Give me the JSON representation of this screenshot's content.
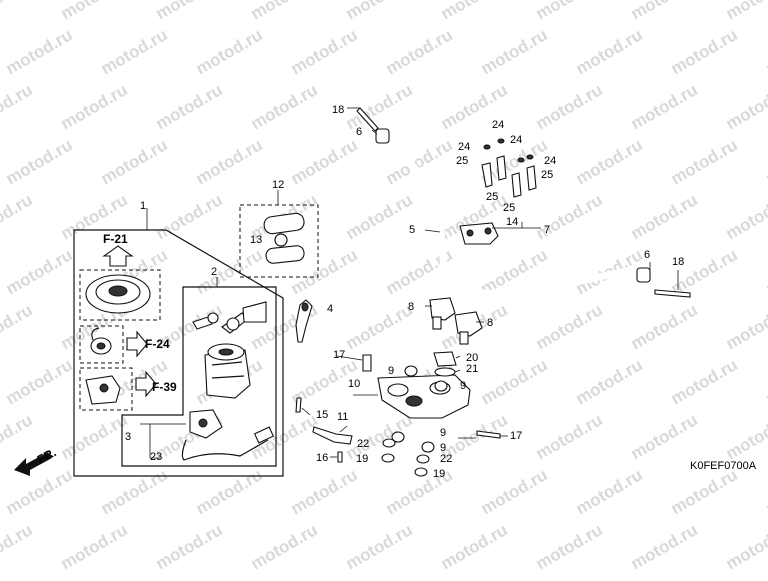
{
  "watermark": "motod.ru",
  "diagram_code": "K0FEF0700A",
  "direction_label": "FR.",
  "figure_refs": [
    "F-21",
    "F-24",
    "F-39"
  ],
  "callouts": [
    "1",
    "2",
    "3",
    "4",
    "5",
    "6",
    "6",
    "7",
    "8",
    "8",
    "9",
    "9",
    "9",
    "9",
    "10",
    "11",
    "12",
    "13",
    "14",
    "15",
    "16",
    "17",
    "17",
    "18",
    "18",
    "19",
    "19",
    "20",
    "21",
    "22",
    "22",
    "23",
    "24",
    "24",
    "24",
    "24",
    "25",
    "25",
    "25",
    "25"
  ]
}
